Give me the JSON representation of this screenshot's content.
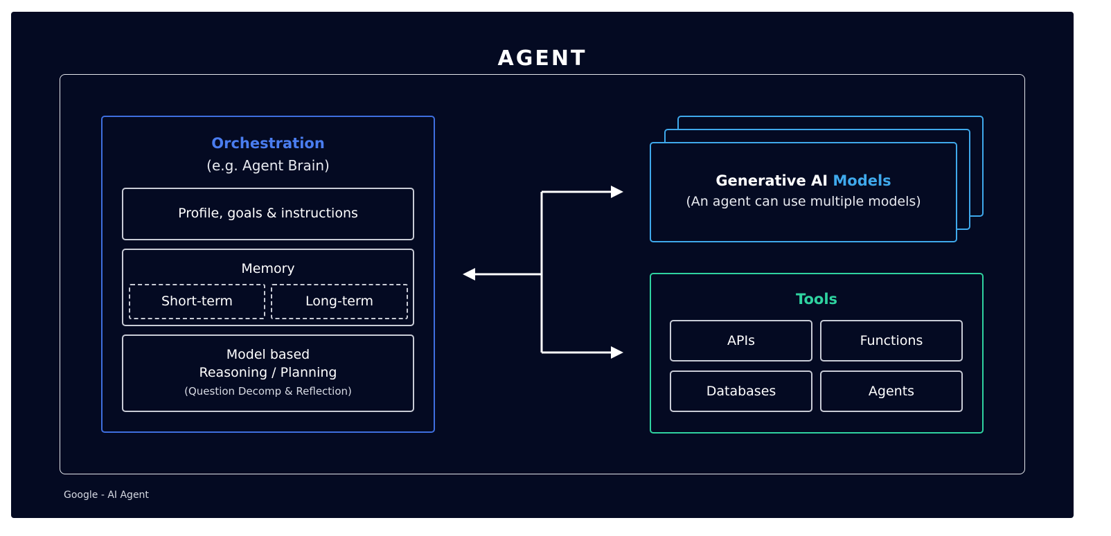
{
  "title": "AGENT",
  "caption": "Google - AI Agent",
  "orchestration": {
    "title": "Orchestration",
    "subtitle": "(e.g. Agent Brain)",
    "profile": "Profile, goals & instructions",
    "memory": {
      "title": "Memory",
      "short_term": "Short-term",
      "long_term": "Long-term"
    },
    "reasoning": {
      "line1": "Model based",
      "line2": "Reasoning / Planning",
      "line3": "(Question Decomp & Reflection)"
    }
  },
  "models": {
    "title_prefix": "Generative AI ",
    "title_highlight": "Models",
    "subtitle": "(An agent can use multiple models)"
  },
  "tools": {
    "title": "Tools",
    "items": [
      "APIs",
      "Functions",
      "Databases",
      "Agents"
    ]
  },
  "colors": {
    "background": "#040a22",
    "orchestration": "#3f6fe0",
    "models": "#3fa9ec",
    "tools": "#2fd3a0"
  }
}
